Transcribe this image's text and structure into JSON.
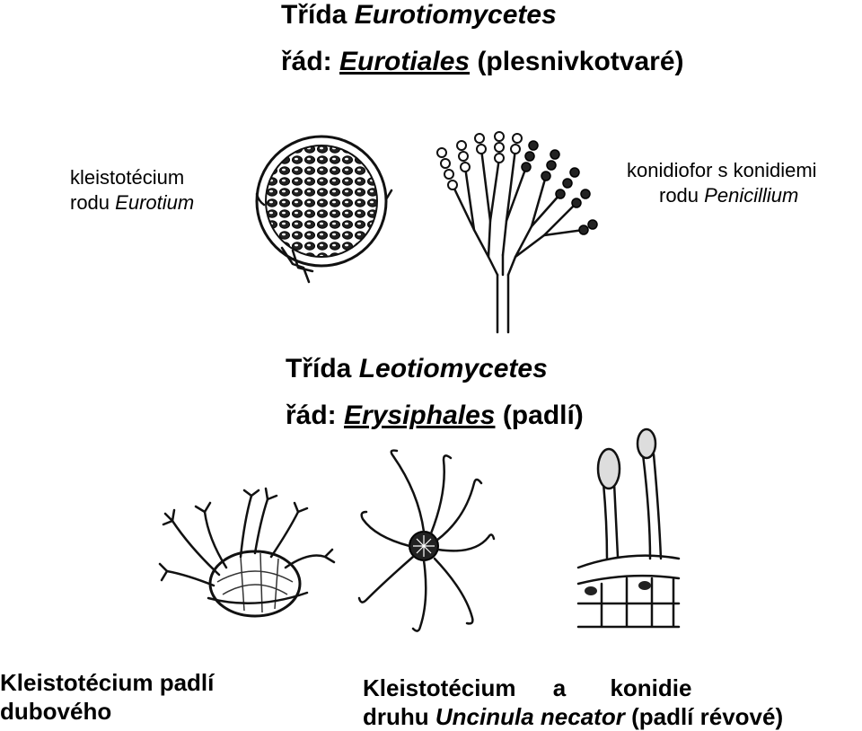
{
  "section1": {
    "class_prefix": "Třída",
    "class_name": "Eurotiomycetes",
    "order_prefix": "řád:",
    "order_name": "Eurotiales",
    "order_common": "(plesnivkotvaré)"
  },
  "left_caption": {
    "line1": "kleistotécium",
    "line2_prefix": "rodu",
    "line2_genus": "Eurotium"
  },
  "right_caption": {
    "line1": "konidiofor s konidiemi",
    "line2_prefix": "rodu",
    "line2_genus": "Penicillium"
  },
  "section2": {
    "class_prefix": "Třída",
    "class_name": "Leotiomycetes",
    "order_prefix": "řád:",
    "order_name": "Erysiphales",
    "order_common": "(padlí)"
  },
  "bottom_left": {
    "line1": "Kleistotécium padlí",
    "line2": "dubového"
  },
  "bottom_right": {
    "line1_a": "Kleistotécium",
    "line1_b": "a",
    "line1_c": "konidie",
    "line2_prefix": "druhu",
    "line2_species": "Uncinula necator",
    "line2_suffix": "(padlí révové)"
  }
}
